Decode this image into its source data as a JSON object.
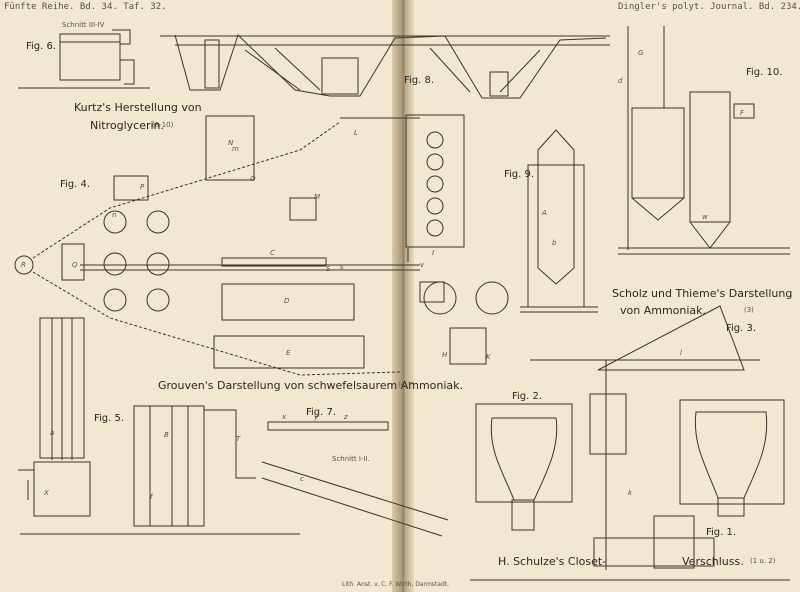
{
  "header": {
    "left": "Fünfte Reihe. Bd. 34. Taf. 32.",
    "right": "Dingler's polyt. Journal. Bd. 234. Taf. 32."
  },
  "titles": {
    "kurtz": "Kurtz's Herstellung von",
    "kurtz2": "Nitroglycerin.",
    "kurtz_ref": "(8-10)",
    "grouven": "Grouven's Darstellung von schwefelsaurem Ammoniak.",
    "grouven_ref": "(4-7)",
    "scholz": "Scholz und Thieme's Darstellung",
    "scholz2": "von Ammoniak.",
    "scholz_ref": "(3)",
    "schulze": "H. Schulze's Closet-",
    "verschluss": "Verschluss.",
    "verschluss_ref": "(1 u. 2)",
    "schnitt34": "Schnitt III-IV",
    "schnitt12": "Schnitt I-II.",
    "imprint": "Lith. Anst. v. C. F. Wirth, Darmstadt."
  },
  "figures": [
    "Fig. 6.",
    "Fig. 8.",
    "Fig. 4.",
    "Fig. 9.",
    "Fig. 10.",
    "Fig. 3.",
    "Fig. 5.",
    "Fig. 7.",
    "Fig. 2.",
    "Fig. 1."
  ],
  "letters": {
    "N": "N",
    "P": "P",
    "Q": "Q",
    "R": "R",
    "C": "C",
    "D": "D",
    "E": "E",
    "H": "H",
    "L": "L",
    "M": "M",
    "A": "A",
    "B": "B",
    "F": "F",
    "G": "G",
    "T": "T",
    "X": "X",
    "S": "S",
    "l": "l",
    "a": "a",
    "b": "b",
    "c": "c",
    "d": "d",
    "f": "f",
    "k": "k",
    "m": "m",
    "n": "n",
    "s": "s",
    "x": "x",
    "y": "y",
    "z": "z",
    "v": "v",
    "w": "w",
    "O": "O",
    "I": "I",
    "K": "K"
  }
}
